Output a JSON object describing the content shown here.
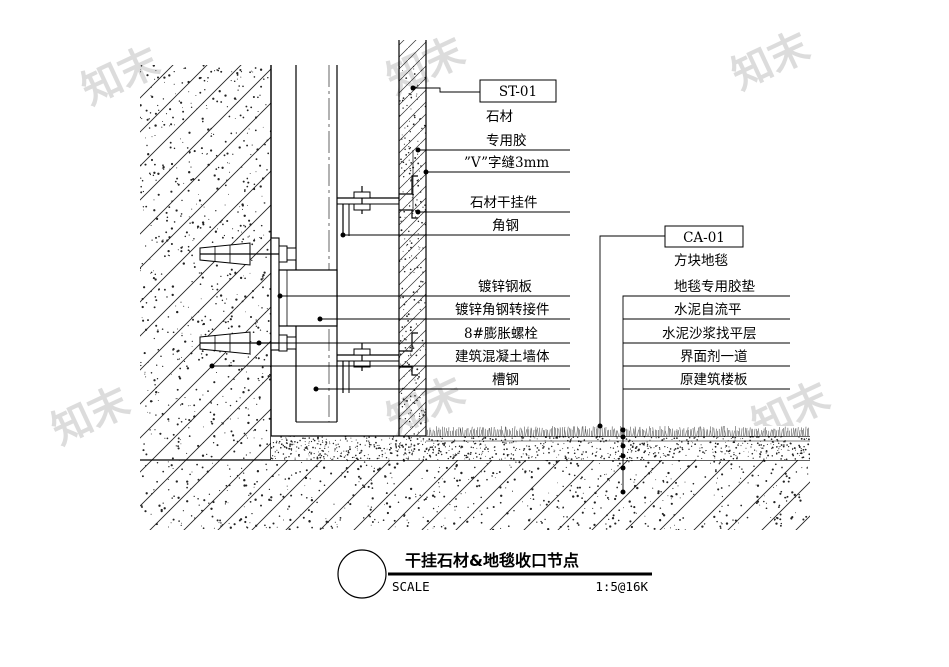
{
  "tags": {
    "stone": "ST-01",
    "carpet": "CA-01"
  },
  "wall_labels": [
    "石材",
    "专用胶",
    "”V”字缝3mm",
    "石材干挂件",
    "角钢",
    "镀锌钢板",
    "镀锌角钢转接件",
    "8#膨胀螺栓",
    "建筑混凝土墙体",
    "槽钢"
  ],
  "floor_labels": [
    "方块地毯",
    "地毯专用胶垫",
    "水泥自流平",
    "水泥沙浆找平层",
    "界面剂一道",
    "原建筑楼板"
  ],
  "title": "干挂石材&地毯收口节点",
  "scale_label": "SCALE",
  "scale_value": "1:5@16K",
  "watermark": "知末"
}
